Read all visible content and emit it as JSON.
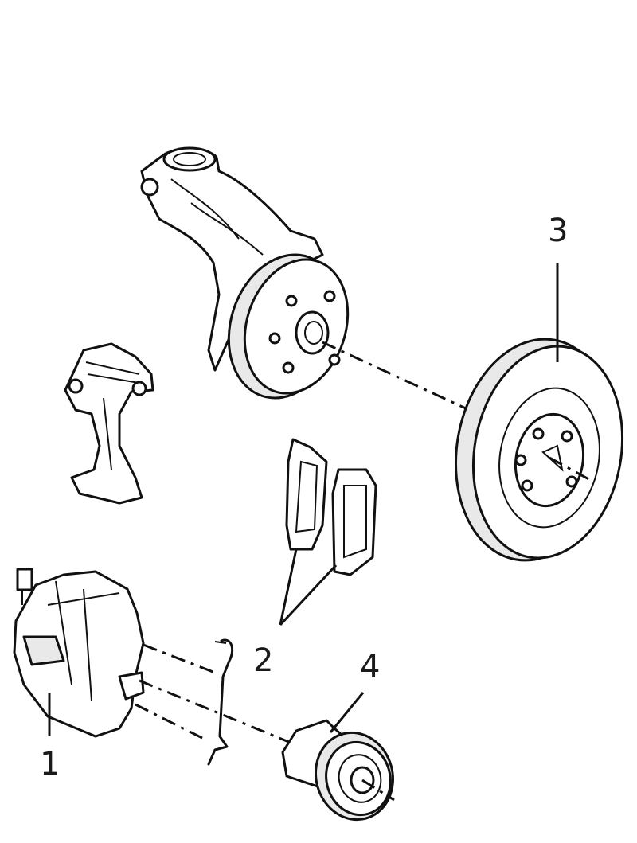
{
  "callouts": {
    "part_1": "1",
    "part_2": "2",
    "part_3": "3",
    "part_4": "4"
  }
}
